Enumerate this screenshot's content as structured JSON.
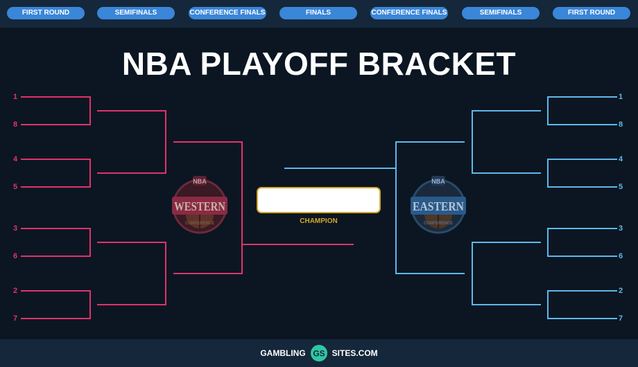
{
  "rounds": [
    "FIRST ROUND",
    "SEMIFINALS",
    "CONFERENCE FINALS",
    "FINALS",
    "CONFERENCE FINALS",
    "SEMIFINALS",
    "FIRST ROUND"
  ],
  "title": "NBA PLAYOFF BRACKET",
  "western": {
    "seeds": [
      "1",
      "8",
      "4",
      "5",
      "3",
      "6",
      "2",
      "7"
    ],
    "logo": {
      "top": "NBA",
      "word": "WESTERN",
      "sub": "CONFERENCE"
    },
    "color": "#e0336b"
  },
  "eastern": {
    "seeds": [
      "1",
      "8",
      "4",
      "5",
      "3",
      "6",
      "2",
      "7"
    ],
    "logo": {
      "top": "NBA",
      "word": "EASTERN",
      "sub": "CONFERENCE"
    },
    "color": "#5fb8ec"
  },
  "champion": {
    "label": "CHAMPION",
    "value": ""
  },
  "footer": {
    "brand_left": "GAMBLING",
    "brand_right": "SITES.COM",
    "logo_text": "GS"
  },
  "colors": {
    "background": "#0b1622",
    "bar": "#15273a",
    "button": "#3a86d8",
    "gold": "#d4a72c"
  }
}
